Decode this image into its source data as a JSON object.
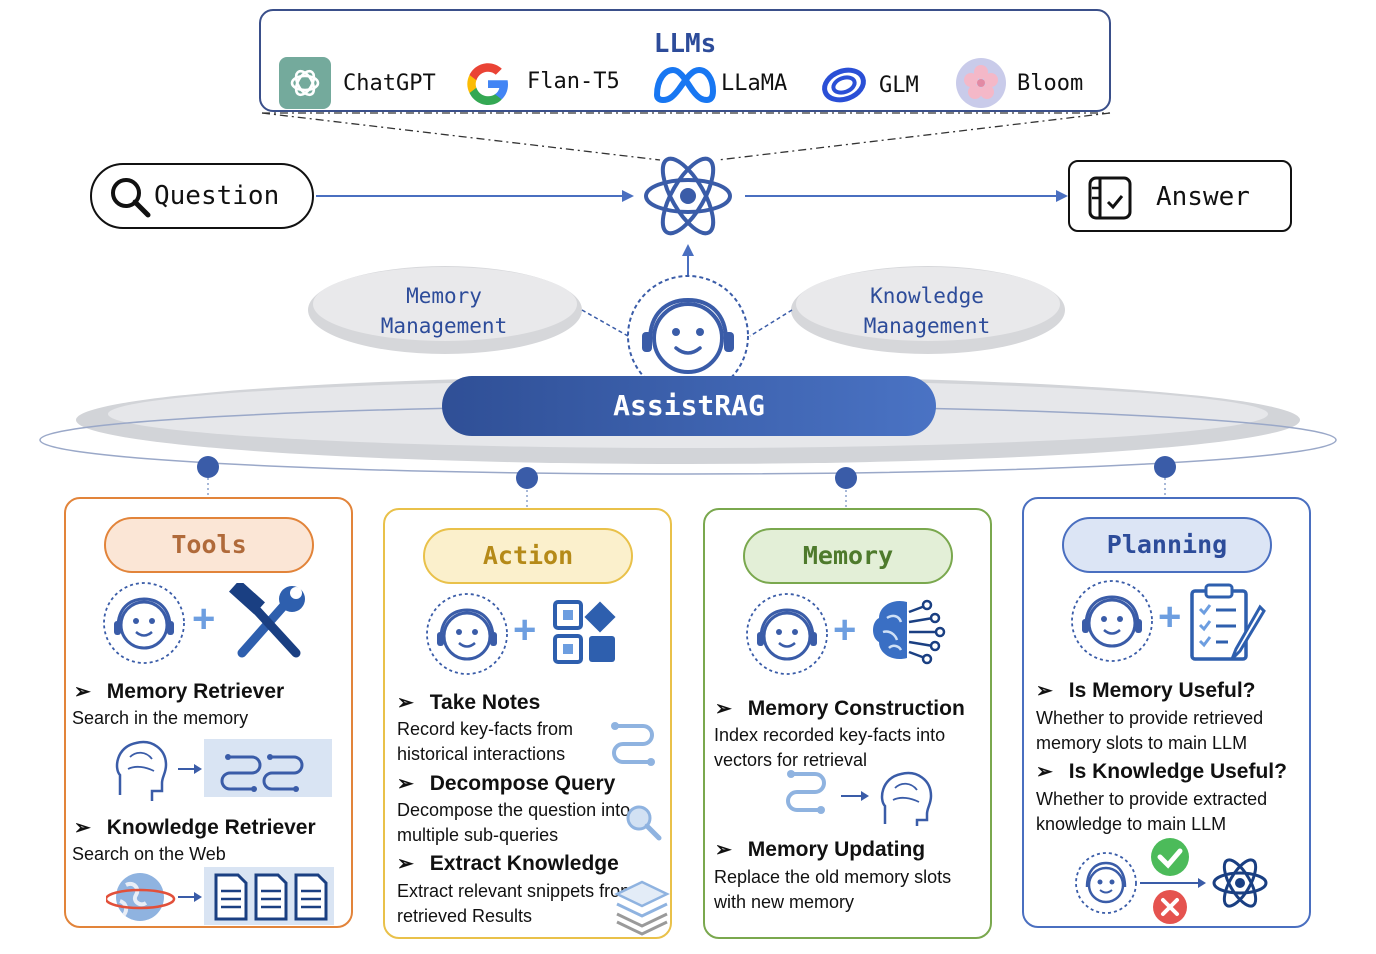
{
  "llms": {
    "title": "LLMs",
    "models": [
      "ChatGPT",
      "Flan-T5",
      "LLaMA",
      "GLM",
      "Bloom"
    ]
  },
  "question_label": "Question",
  "answer_label": "Answer",
  "memory_management": [
    "Memory",
    "Management"
  ],
  "knowledge_management": [
    "Knowledge",
    "Management"
  ],
  "assistrag_label": "AssistRAG",
  "colors": {
    "primary_blue": "#3a5ca8",
    "tools": "#e2843a",
    "action": "#e9c14a",
    "memory": "#7aa84e",
    "planning": "#4a6fc0"
  },
  "cards": {
    "tools": {
      "title": "Tools",
      "items": [
        {
          "title": "Memory Retriever",
          "desc": [
            "Search in the memory"
          ]
        },
        {
          "title": "Knowledge Retriever",
          "desc": [
            "Search on the Web"
          ]
        }
      ]
    },
    "action": {
      "title": "Action",
      "items": [
        {
          "title": "Take Notes",
          "desc": [
            "Record key-facts from",
            "historical interactions"
          ]
        },
        {
          "title": "Decompose Query",
          "desc": [
            "Decompose the question into",
            "multiple sub-queries"
          ]
        },
        {
          "title": "Extract Knowledge",
          "desc": [
            "Extract relevant snippets from",
            "retrieved Results"
          ]
        }
      ]
    },
    "memory": {
      "title": "Memory",
      "items": [
        {
          "title": "Memory Construction",
          "desc": [
            "Index recorded key-facts into",
            "vectors for retrieval"
          ]
        },
        {
          "title": "Memory Updating",
          "desc": [
            "Replace the old memory slots",
            "with new memory"
          ]
        }
      ]
    },
    "planning": {
      "title": "Planning",
      "items": [
        {
          "title": "Is Memory Useful?",
          "desc": [
            "Whether to provide retrieved",
            "memory slots to main LLM"
          ]
        },
        {
          "title": "Is Knowledge Useful?",
          "desc": [
            "Whether to provide extracted",
            "knowledge to main LLM"
          ]
        }
      ]
    }
  }
}
